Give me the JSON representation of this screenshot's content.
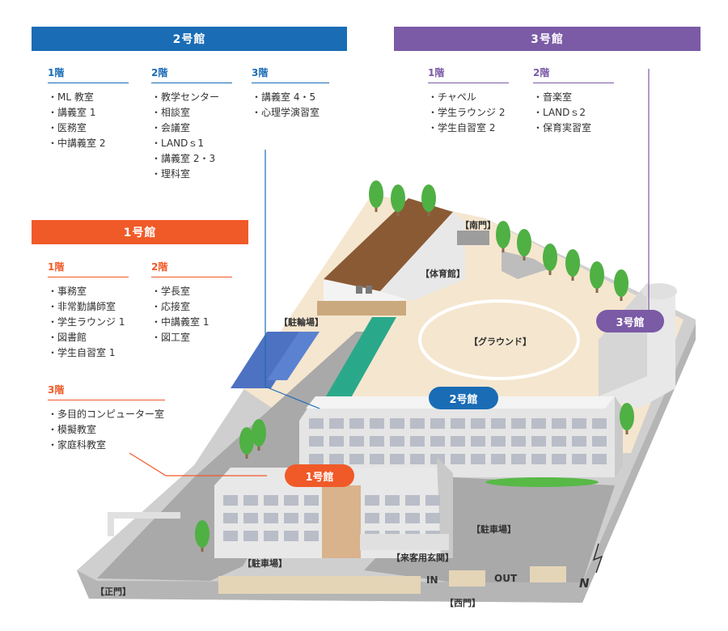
{
  "building2": {
    "title": "2号館",
    "floors": [
      {
        "label": "1階",
        "rooms": [
          "ML 教室",
          "講義室 1",
          "医務室",
          "中講義室 2"
        ]
      },
      {
        "label": "2階",
        "rooms": [
          "教学センター",
          "相談室",
          "会議室",
          "LANDｓ1",
          "講義室 2・3",
          "理科室"
        ]
      },
      {
        "label": "3階",
        "rooms": [
          "講義室 4・5",
          "心理学演習室"
        ]
      }
    ]
  },
  "building3": {
    "title": "3号館",
    "floors": [
      {
        "label": "1階",
        "rooms": [
          "チャペル",
          "学生ラウンジ 2",
          "学生自習室 2"
        ]
      },
      {
        "label": "2階",
        "rooms": [
          "音楽室",
          "LANDｓ2",
          "保育実習室"
        ]
      }
    ]
  },
  "building1": {
    "title": "1号館",
    "floors": [
      {
        "label": "1階",
        "rooms": [
          "事務室",
          "非常勤講師室",
          "学生ラウンジ 1",
          "図書館",
          "学生自習室 1"
        ]
      },
      {
        "label": "2階",
        "rooms": [
          "学長室",
          "応接室",
          "中講義室 1",
          "図工室"
        ]
      },
      {
        "label": "3階",
        "rooms": [
          "多目的コンピューター室",
          "模擬教室",
          "家庭科教室"
        ]
      }
    ]
  },
  "map": {
    "labels": {
      "south_gate": "【南門】",
      "gym": "【体育館】",
      "bike_parking": "【駐輪場】",
      "ground": "【グラウンド】",
      "parking_east": "【駐車場】",
      "parking_west": "【駐車場】",
      "visitor_entrance": "【来客用玄関】",
      "main_gate": "【正門】",
      "west_gate": "【西門】",
      "in": "IN",
      "out": "OUT",
      "north": "N"
    },
    "pills": {
      "b2": "2号館",
      "b3": "3号館",
      "b1": "1号館"
    }
  },
  "colors": {
    "blue": "#1a6cb5",
    "purple": "#7b5aa6",
    "orange": "#f05a28"
  }
}
